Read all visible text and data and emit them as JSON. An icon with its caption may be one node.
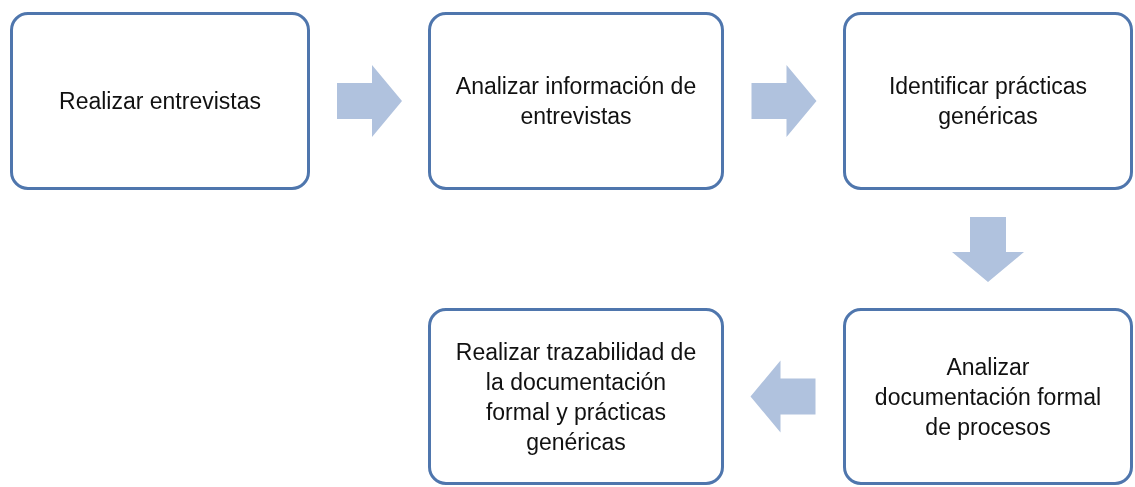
{
  "diagram": {
    "nodes": [
      {
        "text": [
          "Realizar entrevistas"
        ]
      },
      {
        "text": [
          "Analizar información de entrevistas"
        ]
      },
      {
        "text": [
          "Identificar prácticas genéricas"
        ]
      },
      {
        "text": [
          "Analizar documentación formal de procesos"
        ]
      },
      {
        "text": [
          "Realizar trazabilidad de la documentación formal y prácticas genéricas"
        ]
      }
    ],
    "edges": [
      {
        "from": 0,
        "to": 1,
        "arrow": "to"
      },
      {
        "from": 1,
        "to": 2,
        "arrow": "to"
      },
      {
        "from": 2,
        "to": 3,
        "arrow": "to"
      },
      {
        "from": 3,
        "to": 4,
        "arrow": "to"
      }
    ]
  }
}
